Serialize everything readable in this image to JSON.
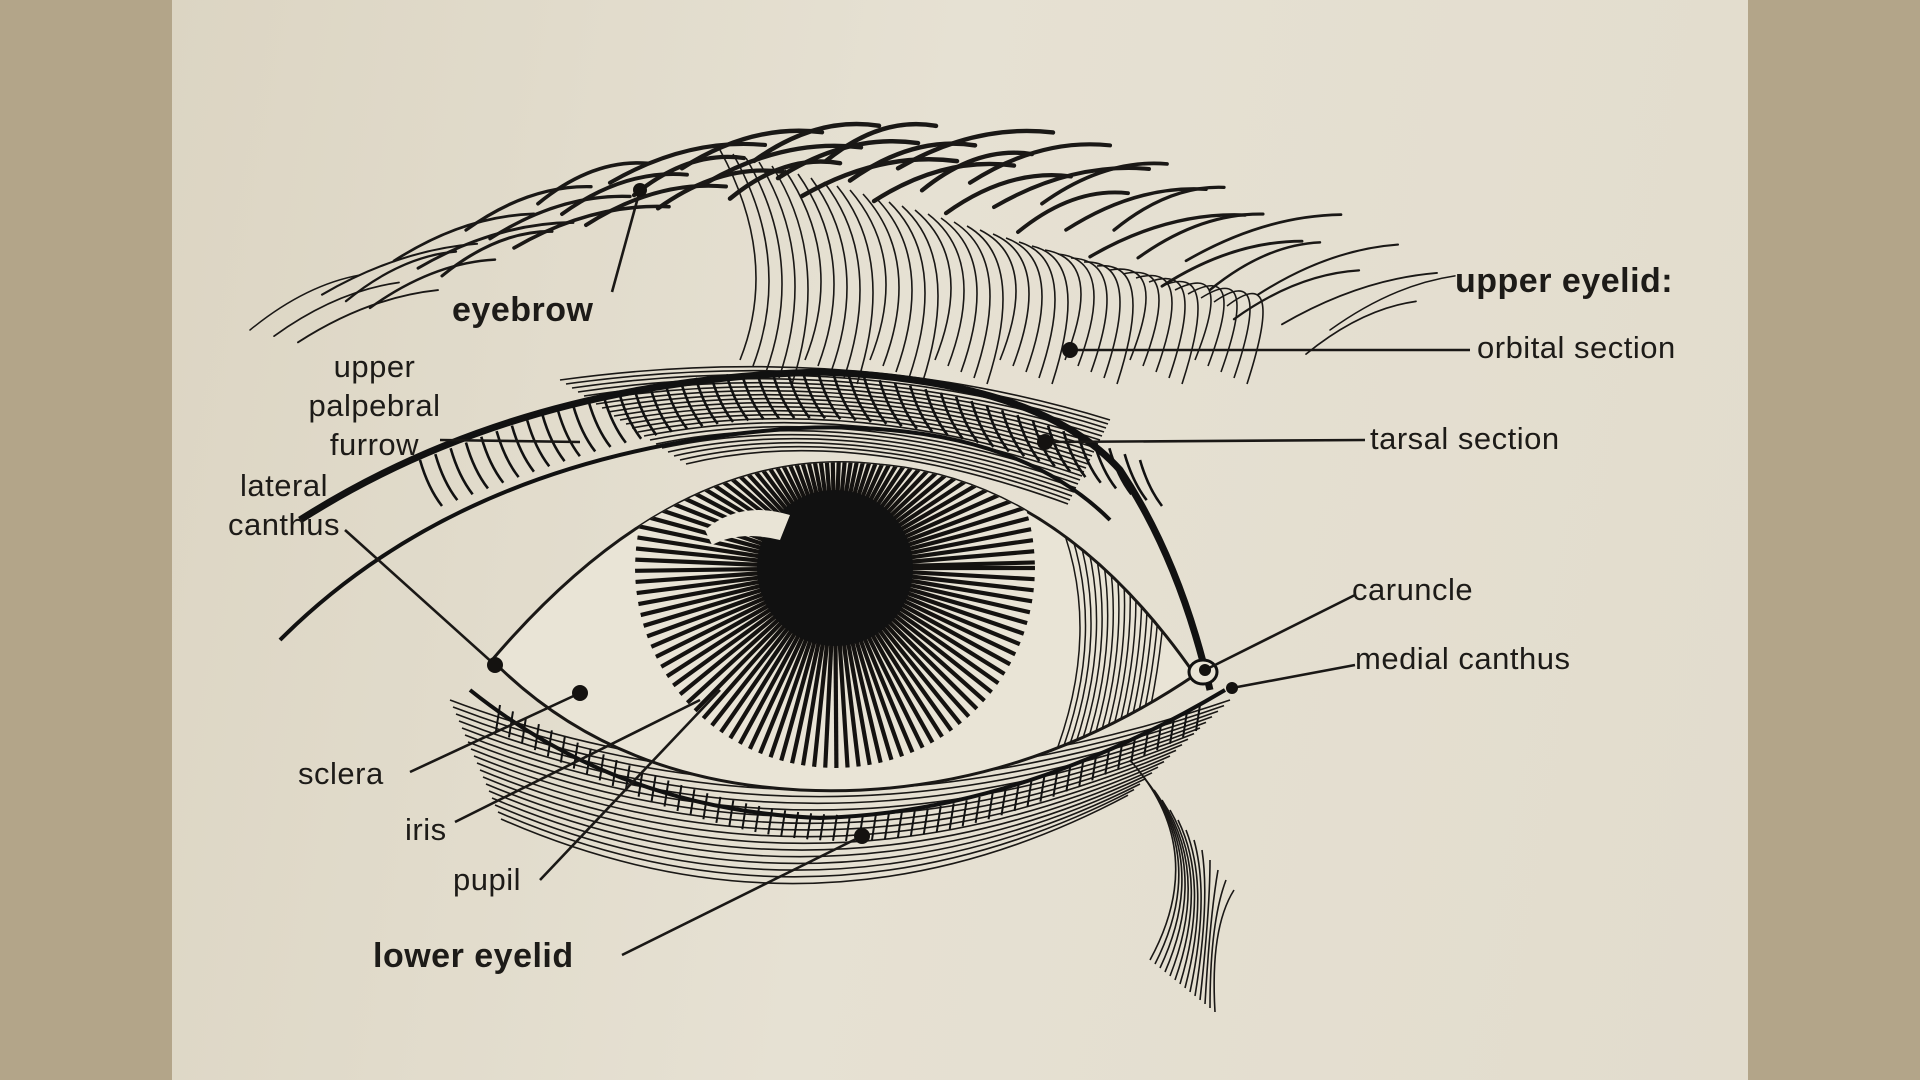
{
  "labels": {
    "eyebrow": "eyebrow",
    "upper_eyelid": "upper eyelid:",
    "orbital_section": "orbital section",
    "tarsal_section": "tarsal section",
    "upper_palpebral_furrow": [
      "upper",
      "palpebral",
      "furrow"
    ],
    "lateral_canthus": [
      "lateral",
      "canthus"
    ],
    "caruncle": "caruncle",
    "medial_canthus": "medial canthus",
    "sclera": "sclera",
    "iris": "iris",
    "pupil": "pupil",
    "lower_eyelid": "lower eyelid"
  },
  "colors": {
    "background": "#b3a589",
    "paper": "#e3ddce",
    "ink": "#1a1816"
  }
}
